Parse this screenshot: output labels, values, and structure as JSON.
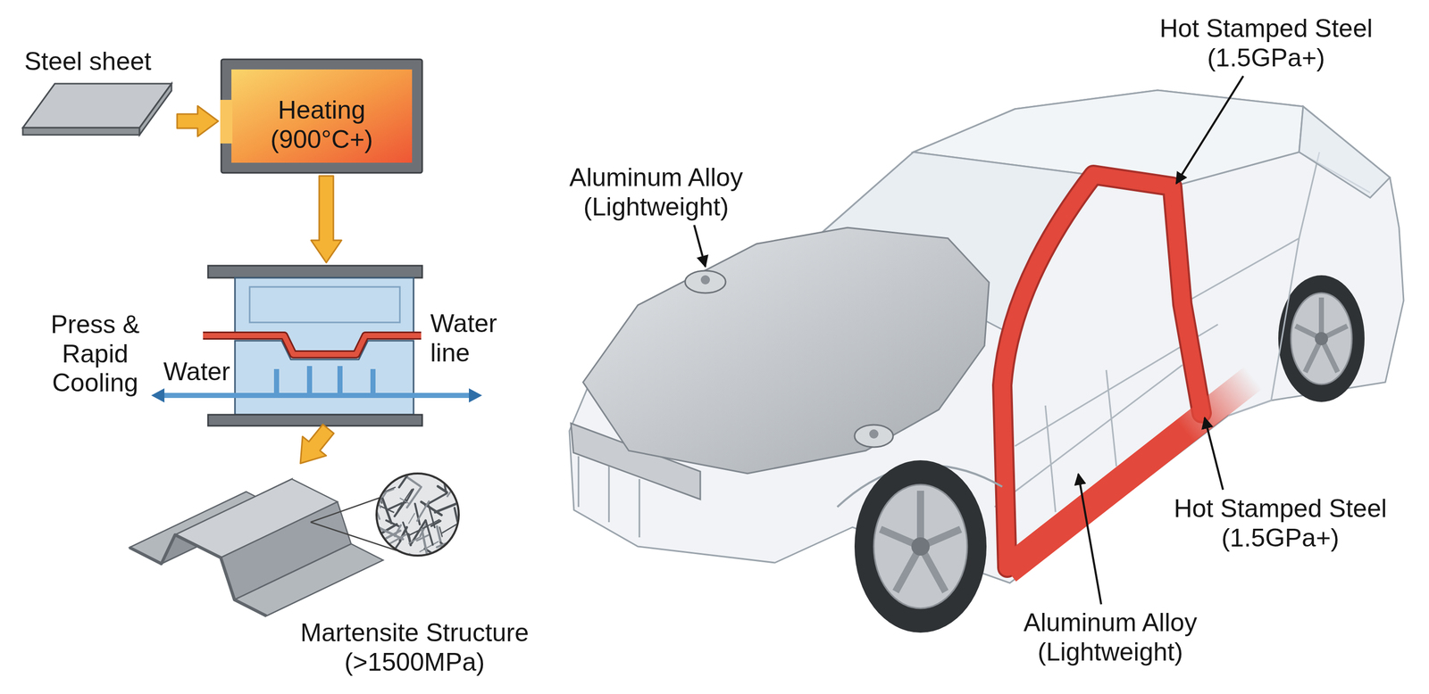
{
  "diagram": {
    "nodes": [
      {
        "text": [
          "Steel sheet"
        ]
      },
      {
        "text": [
          "Heating (900°C+)"
        ]
      },
      {
        "text": [
          "Press & Rapid Cooling"
        ]
      },
      {
        "text": [
          "Martensite Structure (>1500MPa)"
        ]
      }
    ],
    "edges": [
      {
        "from": 0,
        "to": 1,
        "arrow": "to"
      },
      {
        "from": 1,
        "to": 2,
        "arrow": "to"
      },
      {
        "from": 2,
        "to": 3,
        "arrow": "to"
      }
    ],
    "labels": [
      "Water line",
      "Water",
      "Aluminum Alloy (Lightweight)",
      "Hot Stamped Steel (1.5GPa+)",
      "Hot Stamped Steel (1.5GPa+)",
      "Aluminum Alloy (Lightweight)"
    ]
  }
}
